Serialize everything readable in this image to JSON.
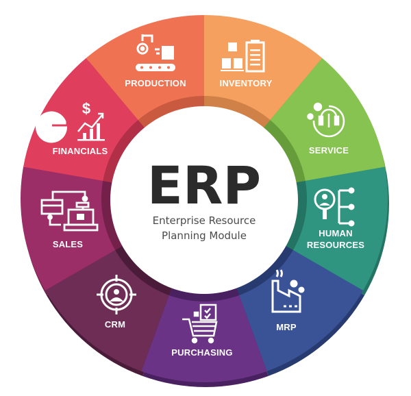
{
  "center": {
    "title": "ERP",
    "subtitle_line1": "Enterprise Resource",
    "subtitle_line2": "Planning Module"
  },
  "modules": [
    {
      "id": "production",
      "label": "PRODUCTION",
      "color": "#ef7253",
      "shade": "#c95a40",
      "icon": "production-robot-conveyor-icon"
    },
    {
      "id": "inventory",
      "label": "INVENTORY",
      "color": "#f5a05e",
      "shade": "#d08148",
      "icon": "inventory-boxes-clipboard-icon"
    },
    {
      "id": "service",
      "label": "SERVICE",
      "color": "#86c350",
      "shade": "#679c3a",
      "icon": "service-headset-wrench-icon"
    },
    {
      "id": "human_resources",
      "label_line1": "HUMAN",
      "label_line2": "RESOURCES",
      "color": "#2f9580",
      "shade": "#237462",
      "icon": "hr-search-person-icon"
    },
    {
      "id": "mrp",
      "label": "MRP",
      "color": "#3a5396",
      "shade": "#273b70",
      "icon": "mrp-factory-gears-icon"
    },
    {
      "id": "purchasing",
      "label": "PURCHASING",
      "color": "#6a3386",
      "shade": "#4a2160",
      "icon": "purchasing-cart-checklist-icon"
    },
    {
      "id": "crm",
      "label": "CRM",
      "color": "#6d2d55",
      "shade": "#4b1b3a",
      "icon": "crm-target-person-icon"
    },
    {
      "id": "sales",
      "label": "SALES",
      "color": "#9b2d67",
      "shade": "#73204b",
      "icon": "sales-cash-register-icon"
    },
    {
      "id": "financials",
      "label": "FINANCIALS",
      "color": "#df3f5c",
      "shade": "#b12f47",
      "icon": "financials-chart-dollar-icon"
    }
  ]
}
